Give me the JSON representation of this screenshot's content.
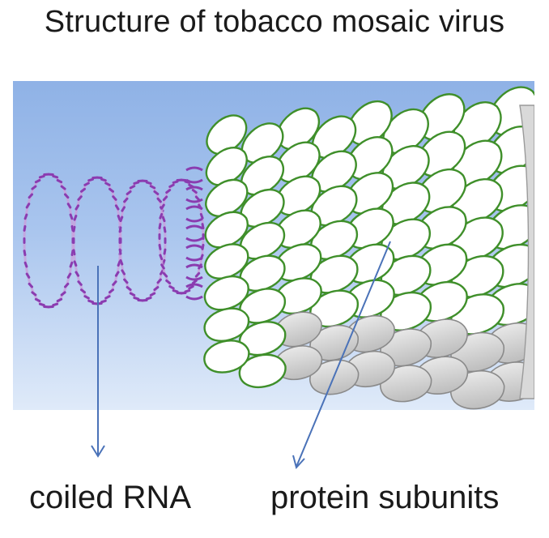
{
  "title": "Structure of tobacco mosaic virus",
  "labels": {
    "rna": "coiled RNA",
    "protein": "protein subunits"
  },
  "colors": {
    "background_top": "#8fb2e6",
    "background_bottom": "#dce8f8",
    "rna_purple": "#8a3cb0",
    "rna_light": "#c9a0dc",
    "subunit_outline": "#3f8f2a",
    "subunit_fill": "#ffffff",
    "subunit_shadow": "#c9c9c9",
    "arrow": "#4a72b8"
  },
  "icons": {
    "rna_pointer": "arrow-down-icon",
    "protein_pointer": "arrow-icon"
  }
}
